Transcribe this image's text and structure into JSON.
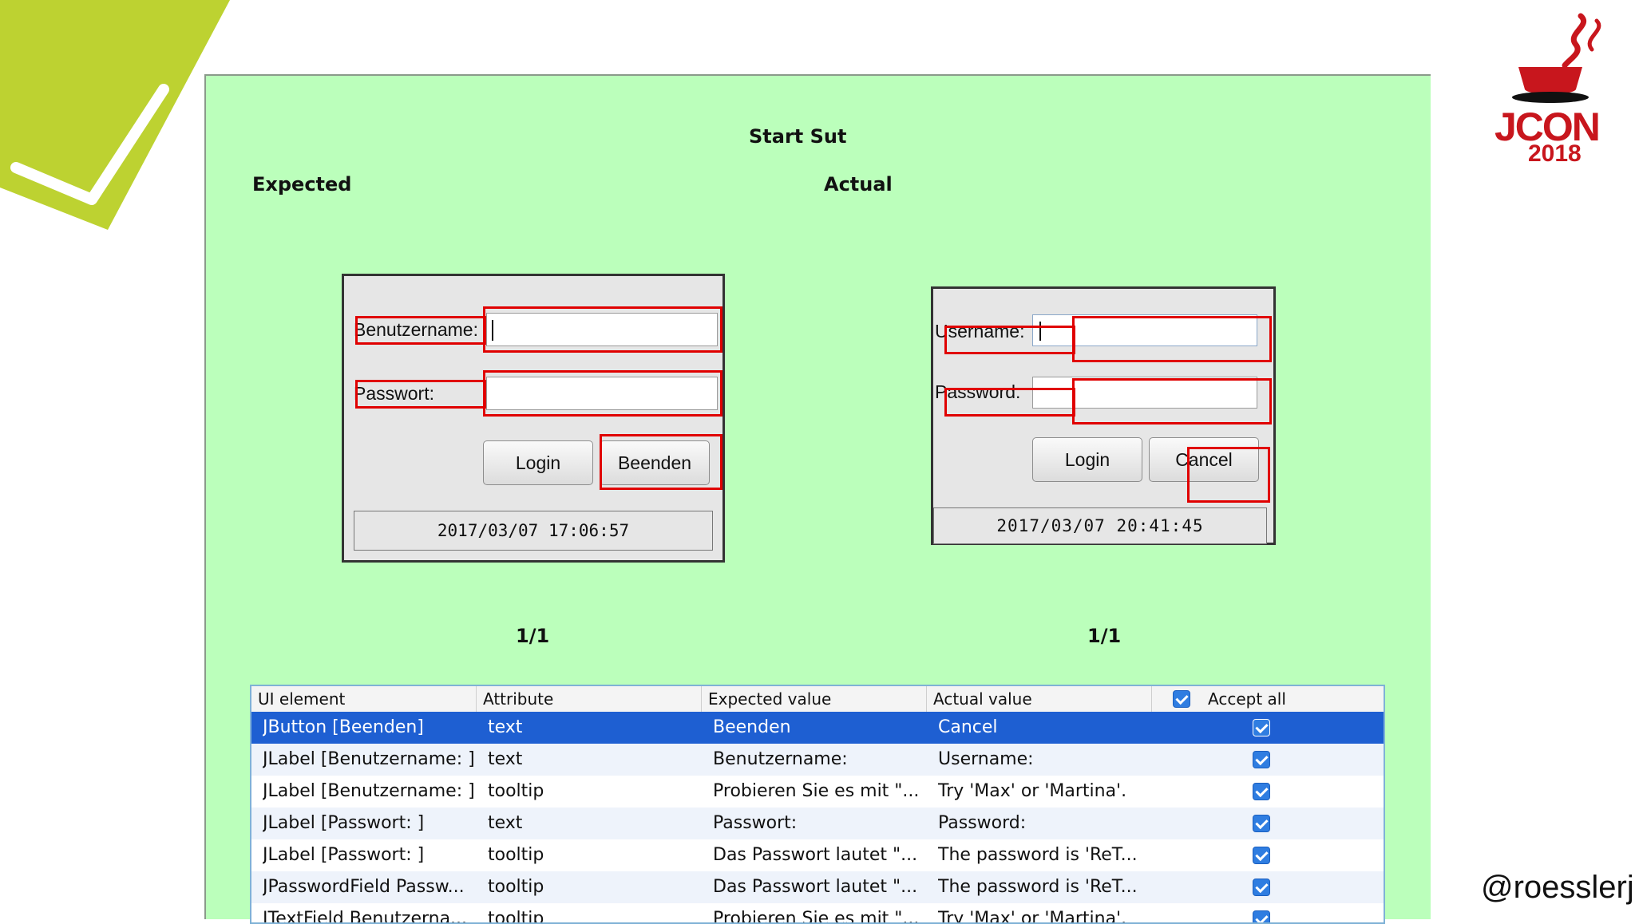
{
  "slide": {
    "logo_text_top": "JCON",
    "logo_text_bottom": "2018",
    "handle": "@roesslerj",
    "accent_green": "#bdd231",
    "brand_red": "#c8161d"
  },
  "panel": {
    "title": "Start Sut",
    "expected_heading": "Expected",
    "actual_heading": "Actual",
    "background": "#bbffbb"
  },
  "expected": {
    "username_label": "Benutzername:",
    "password_label": "Passwort:",
    "login_label": "Login",
    "cancel_label": "Beenden",
    "timestamp": "2017/03/07 17:06:57",
    "page": "1/1"
  },
  "actual": {
    "username_label": "Username:",
    "password_label": "Password:",
    "login_label": "Login",
    "cancel_label": "Cancel",
    "timestamp": "2017/03/07 20:41:45",
    "page": "1/1"
  },
  "table": {
    "headers": {
      "ui_element": "UI element",
      "attribute": "Attribute",
      "expected": "Expected value",
      "actual": "Actual value",
      "accept_all": "Accept all"
    },
    "accept_all_checked": true,
    "selected_row_color": "#1e5fd2",
    "rows": [
      {
        "element": "JButton [Beenden]",
        "attribute": "text",
        "expected": "Beenden",
        "actual": "Cancel",
        "accepted": true,
        "selected": true
      },
      {
        "element": "JLabel [Benutzername: ]",
        "attribute": "text",
        "expected": "Benutzername:",
        "actual": "Username:",
        "accepted": true,
        "selected": false
      },
      {
        "element": "JLabel [Benutzername: ]",
        "attribute": "tooltip",
        "expected": "Probieren Sie es mit \"...",
        "actual": "Try 'Max' or 'Martina'.",
        "accepted": true,
        "selected": false
      },
      {
        "element": "JLabel [Passwort: ]",
        "attribute": "text",
        "expected": "Passwort:",
        "actual": "Password:",
        "accepted": true,
        "selected": false
      },
      {
        "element": "JLabel [Passwort: ]",
        "attribute": "tooltip",
        "expected": "Das Passwort lautet \"...",
        "actual": "The password is 'ReT...",
        "accepted": true,
        "selected": false
      },
      {
        "element": "JPasswordField Passw...",
        "attribute": "tooltip",
        "expected": "Das Passwort lautet \"...",
        "actual": "The password is 'ReT...",
        "accepted": true,
        "selected": false
      },
      {
        "element": "JTextField Benutzerna...",
        "attribute": "tooltip",
        "expected": "Probieren Sie es mit \"...",
        "actual": "Try 'Max' or 'Martina'.",
        "accepted": true,
        "selected": false
      }
    ]
  }
}
